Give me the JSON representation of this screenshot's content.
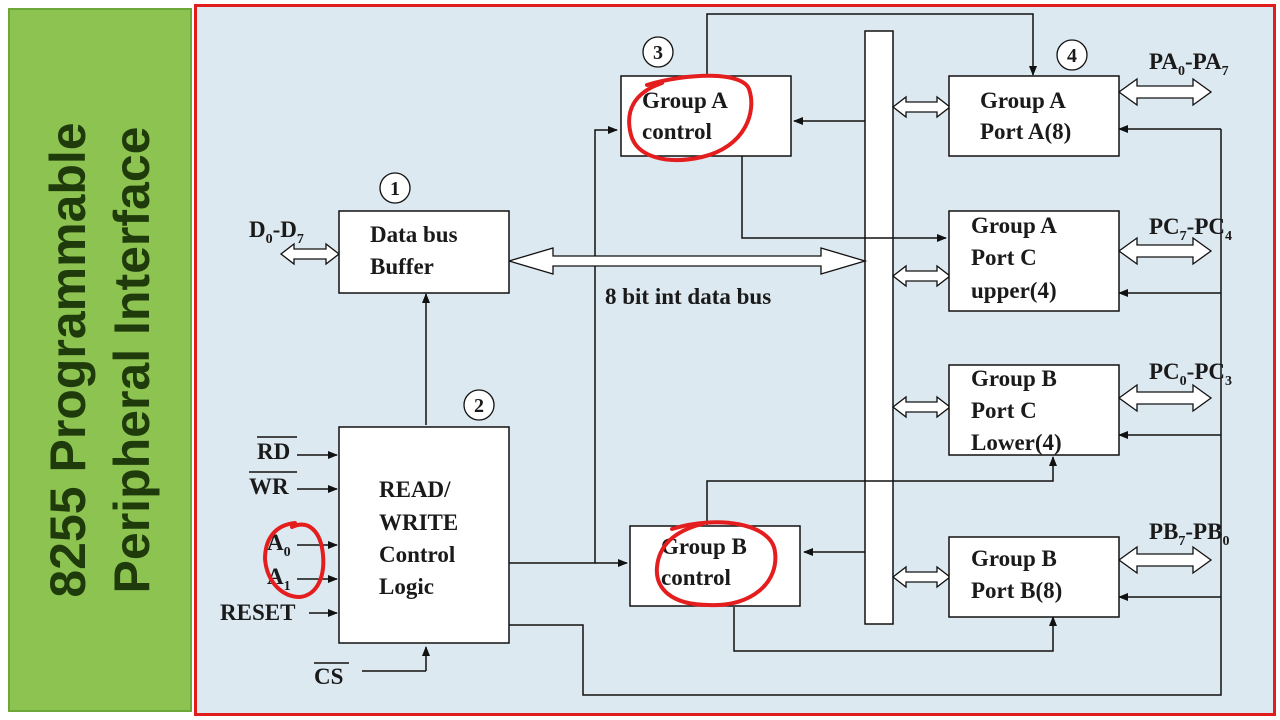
{
  "sidebar": {
    "title_line1": "8255 Programmable",
    "title_line2": "Peripheral Interface",
    "background": "#8dc350",
    "text_color": "#1f3b0c"
  },
  "colors": {
    "panel_border": "#e01c1c",
    "panel_background": "#dde9f1",
    "annotation": "#e41e1e"
  },
  "blocks": {
    "data_bus_buffer": {
      "line1": "Data bus",
      "line2": "Buffer",
      "number": "1"
    },
    "rw_logic": {
      "line1": "READ/",
      "line2": "WRITE",
      "line3": "Control",
      "line4": "Logic",
      "number": "2"
    },
    "group_a_control": {
      "line1": "Group A",
      "line2": "control",
      "number": "3"
    },
    "group_b_control": {
      "line1": "Group B",
      "line2": "control"
    },
    "group_a_port_a": {
      "line1": "Group A",
      "line2": "Port A(8)",
      "number": "4"
    },
    "group_a_port_c_upper": {
      "line1": "Group A",
      "line2": "Port C",
      "line3": "upper(4)"
    },
    "group_b_port_c_lower": {
      "line1": "Group B",
      "line2": "Port C",
      "line3": "Lower(4)"
    },
    "group_b_port_b": {
      "line1": "Group B",
      "line2": "Port B(8)"
    }
  },
  "bus_label": "8 bit int data bus",
  "signals": {
    "d_bus": {
      "base1": "D",
      "sub1": "0",
      "mid": "-D",
      "sub2": "7"
    },
    "rd": "RD",
    "wr": "WR",
    "a0": {
      "base": "A",
      "sub": "0"
    },
    "a1": {
      "base": "A",
      "sub": "1"
    },
    "reset": "RESET",
    "cs": "CS"
  },
  "ports": {
    "pa": {
      "base1": "PA",
      "sub1": "0",
      "mid": "-PA",
      "sub2": "7"
    },
    "pc_upper": {
      "base1": "PC",
      "sub1": "7",
      "mid": "-PC",
      "sub2": "4"
    },
    "pc_lower": {
      "base1": "PC",
      "sub1": "0",
      "mid": "-PC",
      "sub2": "3"
    },
    "pb": {
      "base1": "PB",
      "sub1": "7",
      "mid": "-PB",
      "sub2": "0"
    }
  }
}
